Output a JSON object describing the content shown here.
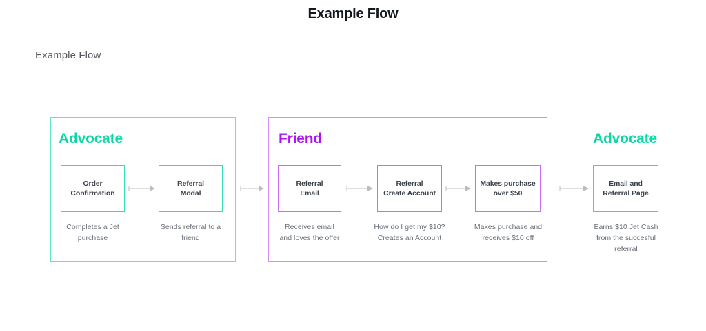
{
  "header": {
    "title": "Example Flow",
    "subtitle": "Example Flow"
  },
  "colors": {
    "teal": "#0ed6a6",
    "teal_border": "#5ee8c8",
    "purple": "#ae12f0",
    "purple_border": "#d98cf7",
    "text_dark": "#3c424b",
    "text_muted": "#6b7079",
    "divider": "#eef0f2"
  },
  "flow": {
    "groups": [
      {
        "id": "advocate-left",
        "title": "Advocate",
        "accent": "teal",
        "steps": [
          {
            "label": "Order\nConfirmation",
            "caption": "Completes a Jet\npurchase"
          },
          {
            "label": "Referral\nModal",
            "caption": "Sends referral to a\nfriend"
          }
        ]
      },
      {
        "id": "friend",
        "title": "Friend",
        "accent": "purple",
        "steps": [
          {
            "label": "Referral\nEmail",
            "caption": "Receives email\nand loves the offer"
          },
          {
            "label": "Referral\nCreate Account",
            "caption": "How do I get my $10?\nCreates an Account"
          },
          {
            "label": "Makes purchase\nover $50",
            "caption": "Makes purchase and\nreceives $10 off"
          }
        ]
      },
      {
        "id": "advocate-right",
        "title": "Advocate",
        "accent": "teal",
        "steps": [
          {
            "label": "Email and\nReferral Page",
            "caption": "Earns $10 Jet Cash\nfrom the succesful referral"
          }
        ]
      }
    ],
    "connectors": [
      {
        "id": "arrow-order-to-modal",
        "from": "Order Confirmation",
        "to": "Referral Modal"
      },
      {
        "id": "arrow-advocate-to-friend",
        "from": "Referral Modal",
        "to": "Referral Email"
      },
      {
        "id": "arrow-email-to-account",
        "from": "Referral Email",
        "to": "Referral Create Account"
      },
      {
        "id": "arrow-account-to-purchase",
        "from": "Referral Create Account",
        "to": "Makes purchase over $50"
      },
      {
        "id": "arrow-friend-to-advocate",
        "from": "Makes purchase over $50",
        "to": "Email and Referral Page"
      }
    ]
  }
}
